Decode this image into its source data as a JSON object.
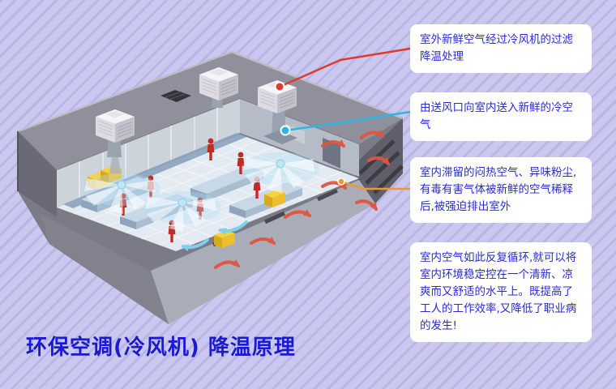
{
  "title": {
    "text": "环保空调(冷风机) 降温原理",
    "color": "#1a1ad0"
  },
  "callouts": [
    {
      "text": "室外新鲜空气经过冷风机的过滤降温处理",
      "connector_color": "#e23a2e"
    },
    {
      "text": "由送风口向室内送入新鲜的冷空气",
      "connector_color": "#2db4e6"
    },
    {
      "text": "室内滞留的闷热空气、异味粉尘,有毒有害气体被新鲜的空气稀释后,被强迫排出室外",
      "connector_color": "#f2962e"
    },
    {
      "text": "室内空气如此反复循环,就可以将室内环境稳定控在一个清新、凉爽而又舒适的水平上。既提高了工人的工作效率,又降低了职业病的发生!",
      "connector_color": ""
    }
  ],
  "illustration": {
    "name": "factory-evaporative-cooling-cutaway",
    "colors": {
      "roof": "#90909c",
      "outer_wall": "#a9adb7",
      "interior_floor": "#e3eaf1",
      "cool_air": "#bfe6f7",
      "exhaust_air": "#e2543f",
      "workers": "#c22b25",
      "cooling_units": "#f5f5f7",
      "yellow_equipment": "#f6d23e"
    }
  },
  "background": {
    "base": "#cbc8ef",
    "stripe": "#b9b5e5"
  },
  "text_color": "#2a2ad2"
}
